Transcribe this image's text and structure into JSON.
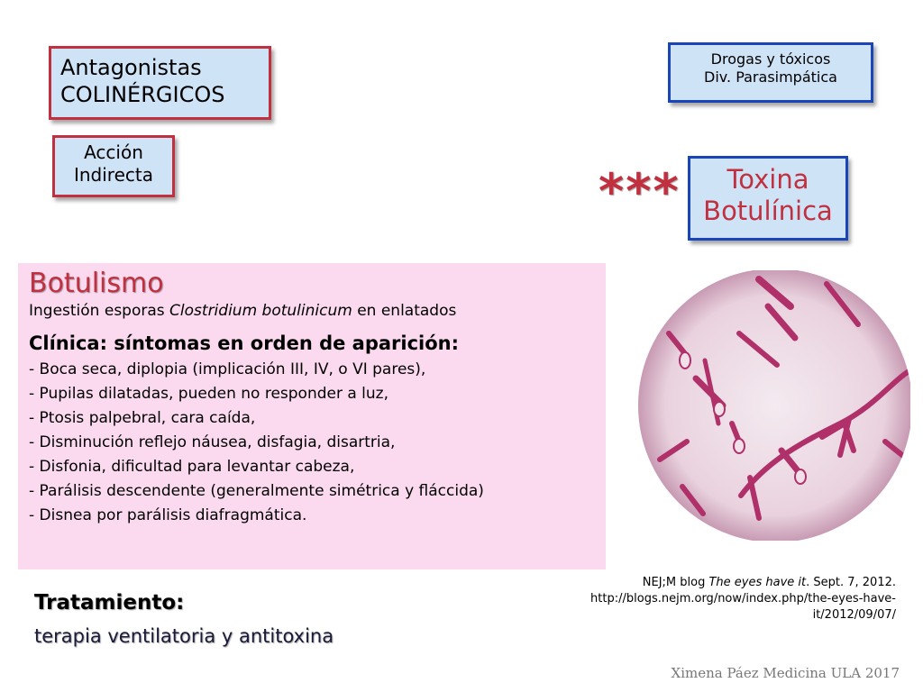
{
  "boxes": {
    "antagonistas": [
      "Antagonistas",
      "COLINÉRGICOS"
    ],
    "accion": [
      "Acción",
      "Indirecta"
    ],
    "drogas": [
      "Drogas y tóxicos",
      "Div. Parasimpática"
    ],
    "toxina": [
      "Toxina",
      "Botulínica"
    ],
    "stars": "***"
  },
  "botulismo": {
    "title": "Botulismo",
    "ingestion_prefix": "Ingestión esporas ",
    "ingestion_species": "Clostridium botulinicum",
    "ingestion_suffix": " en enlatados",
    "clinica_title": "Clínica: síntomas en orden de aparición:",
    "symptoms": [
      "- Boca seca, diplopia (implicación III, IV, o VI pares),",
      "- Pupilas dilatadas, pueden no responder a luz,",
      "- Ptosis palpebral, cara caída,",
      "- Disminución reflejo náusea, disfagia, disartria,",
      "- Disfonia, dificultad para levantar cabeza,",
      "- Parálisis descendente (generalmente simétrica y fláccida)",
      "- Disnea por parálisis diafragmática."
    ]
  },
  "tratamiento": {
    "title": "Tratamiento",
    "colon": ":",
    "text": "terapia ventilatoria y antitoxina"
  },
  "citation": {
    "source": "NEJ;M blog ",
    "article": "The eyes have it",
    "date": ". Sept. 7, 2012.",
    "url_line1": "http://blogs.nejm.org/now/index.php/the-eyes-have-",
    "url_line2": "it/2012/09/07/"
  },
  "footer": "Ximena Páez Medicina ULA 2017",
  "colors": {
    "accent_red": "#c0303f",
    "box_fill": "#cfe3f7",
    "panel_pink": "#fbdaf0",
    "border_blue": "#1a45b8"
  }
}
